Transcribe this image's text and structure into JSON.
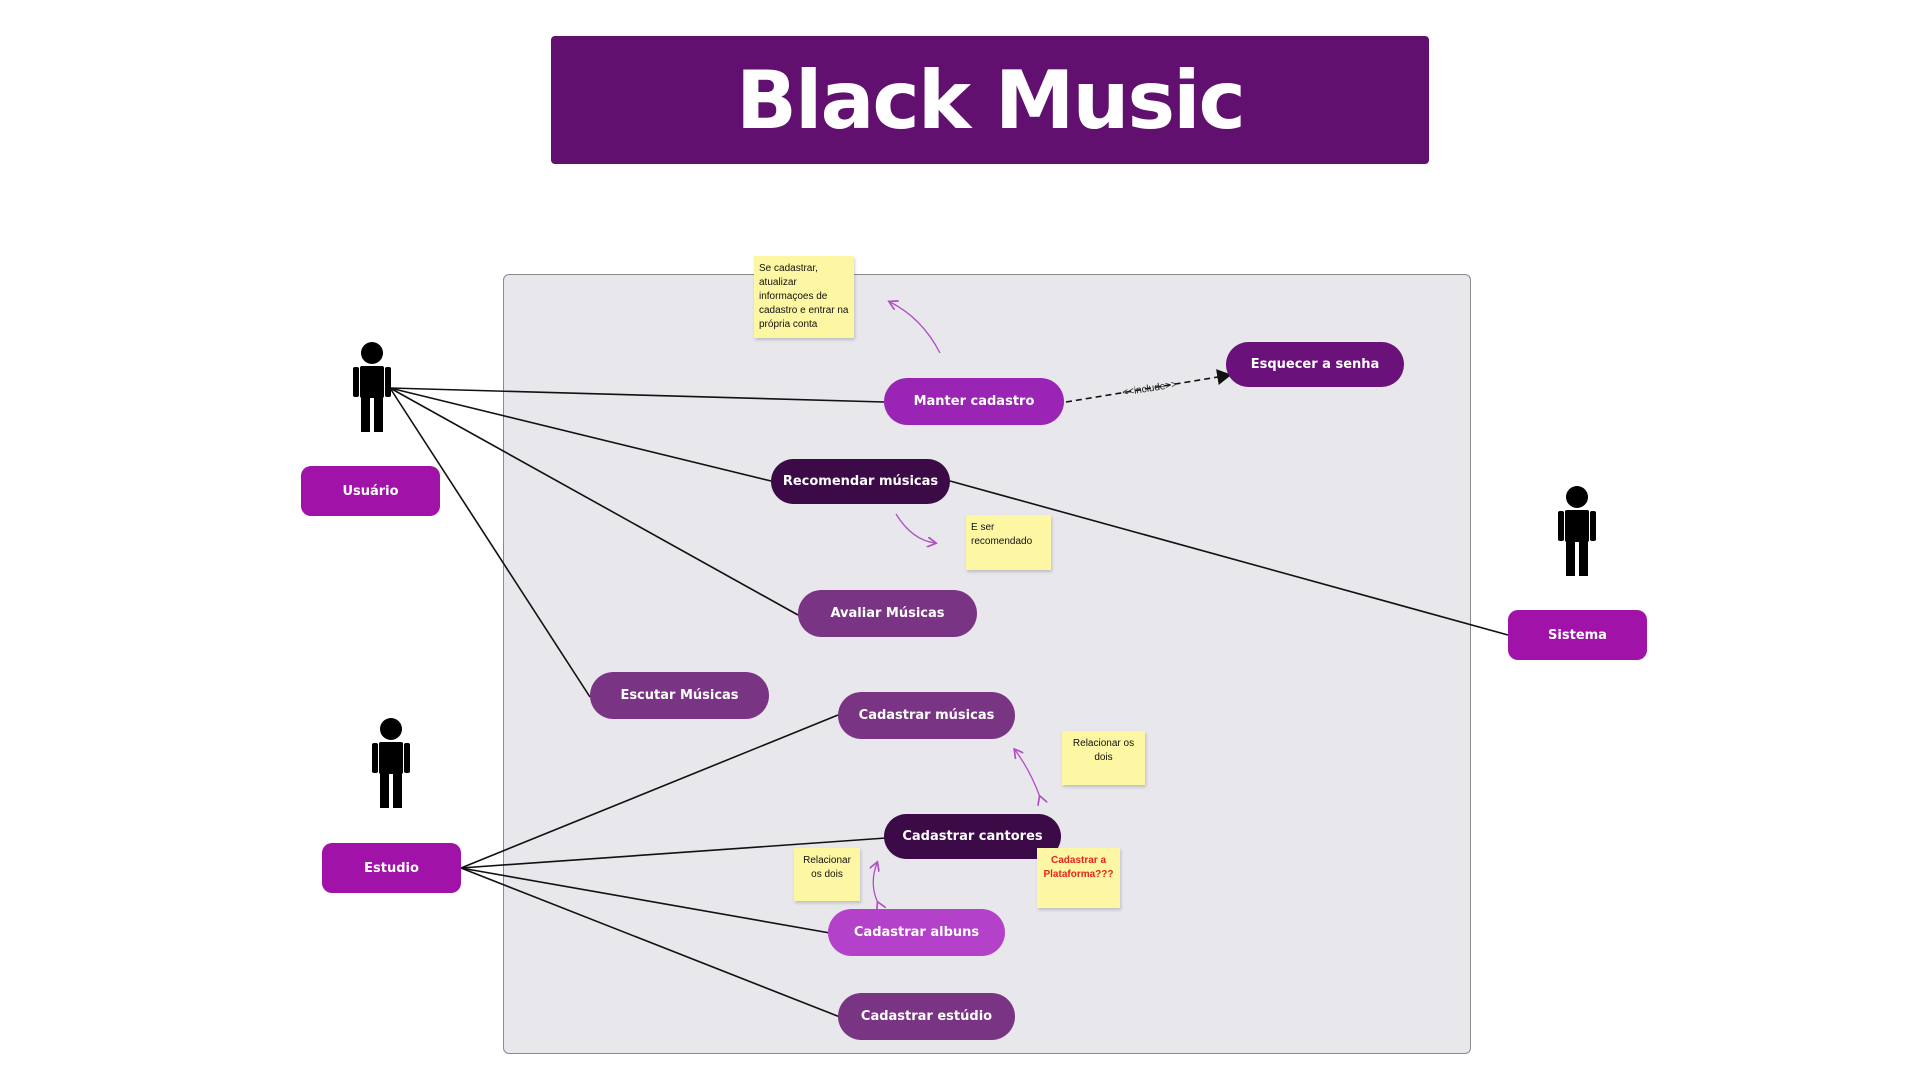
{
  "title": "Black Music",
  "actors": {
    "usuario": "Usuário",
    "sistema": "Sistema",
    "estudio": "Estudio"
  },
  "use_cases": {
    "manter_cadastro": "Manter cadastro",
    "esquecer_senha": "Esquecer a senha",
    "recomendar_musicas": "Recomendar músicas",
    "avaliar_musicas": "Avaliar Músicas",
    "escutar_musicas": "Escutar Músicas",
    "cadastrar_musicas": "Cadastrar músicas",
    "cadastrar_cantores": "Cadastrar cantores",
    "cadastrar_albuns": "Cadastrar albuns",
    "cadastrar_estudio": "Cadastrar estúdio"
  },
  "relations": {
    "include": "<<include>>"
  },
  "notes": {
    "cadastro": "Se cadastrar, atualizar informaçoes de cadastro e entrar na própria conta",
    "recomendado": "E ser recomendado",
    "relacionar_1": "Relacionar os dois",
    "relacionar_2": "Relacionar os dois",
    "plataforma": "Cadastrar a Plataforma???"
  },
  "colors": {
    "banner": "#611070",
    "actor_label": "#a012a8",
    "boundary": "#e7e7ec",
    "note": "#fdf7a3",
    "arrow": "#b24ec4"
  }
}
